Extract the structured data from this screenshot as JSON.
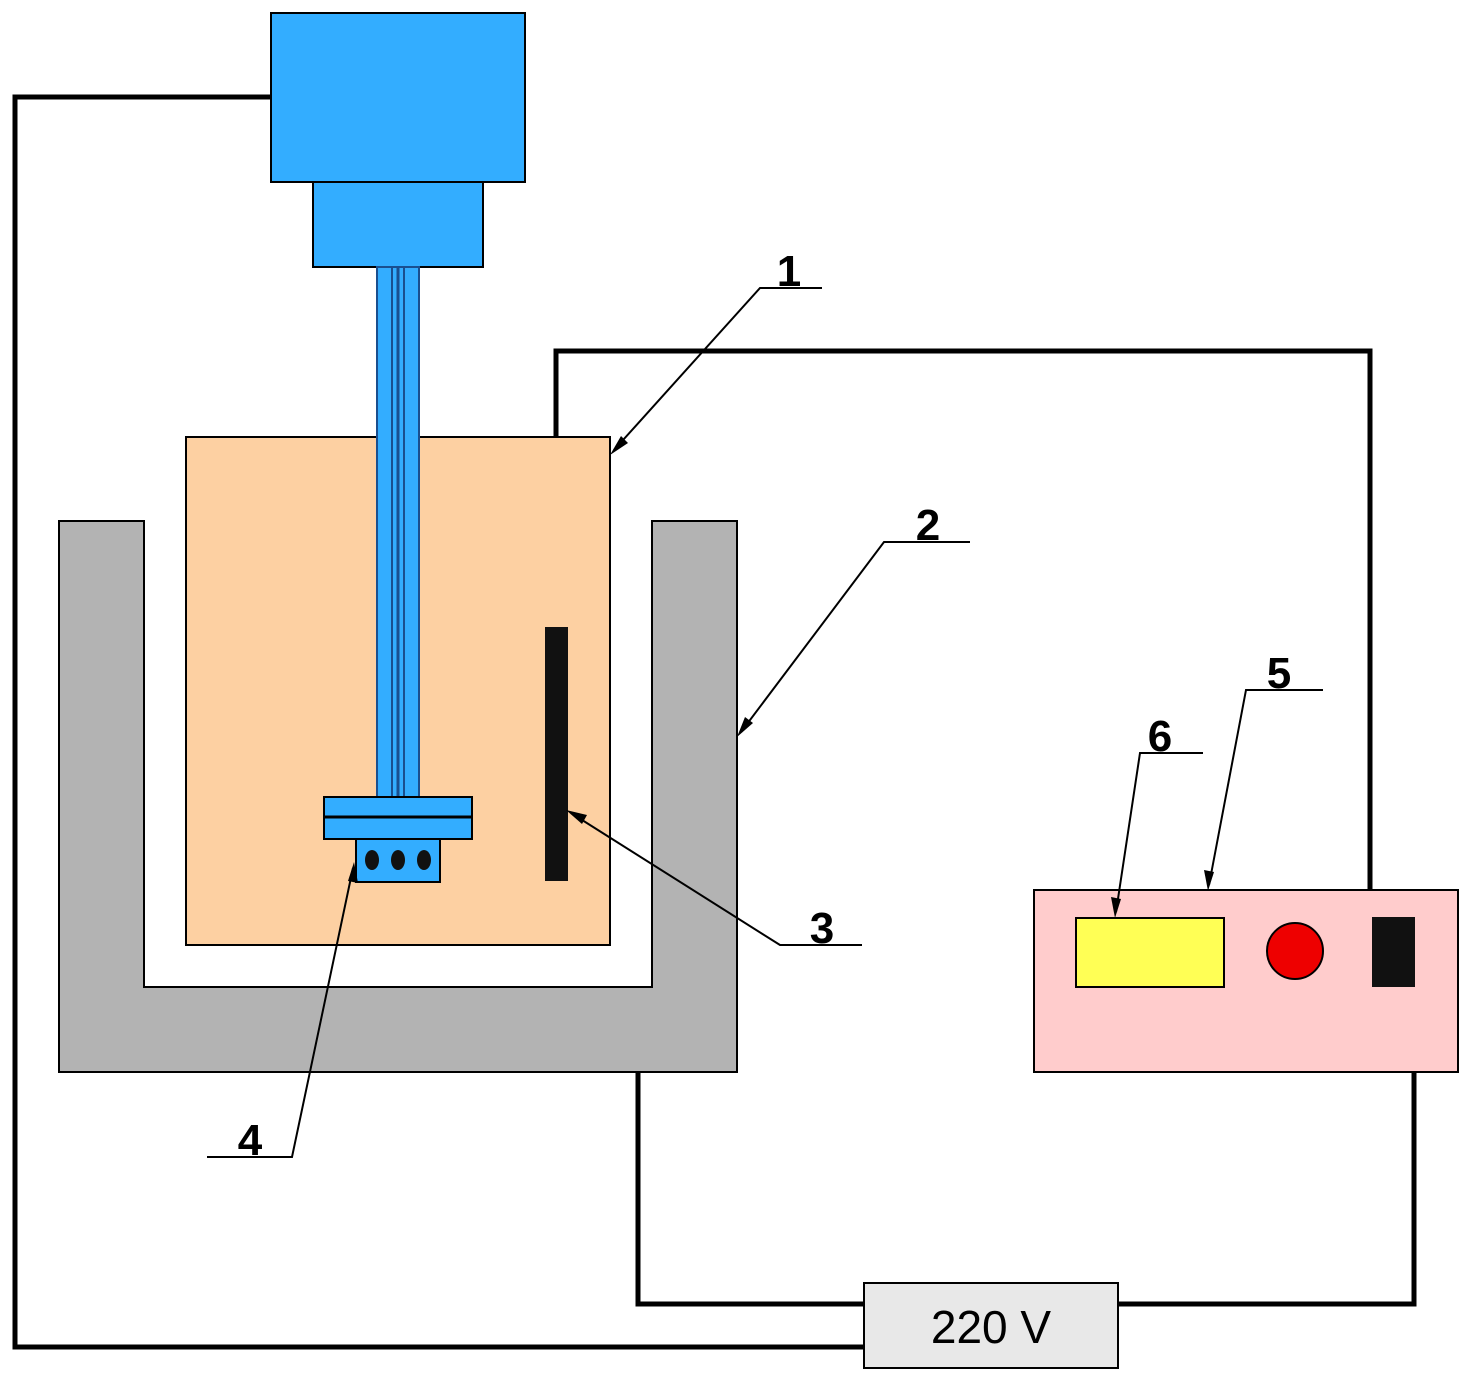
{
  "diagram": {
    "labels": {
      "l1": "1",
      "l2": "2",
      "l3": "3",
      "l4": "4",
      "l5": "5",
      "l6": "6"
    },
    "power_supply": "220 V"
  },
  "colors": {
    "motor": "#33adff",
    "motor_outline": "#1a4f8f",
    "vessel_fluid": "#fdd0a2",
    "jacket": "#b3b3b3",
    "controller_body": "#ffcccc",
    "controller_display": "#ffff55",
    "controller_button": "#ee0000",
    "controller_switch": "#111111",
    "power_box": "#e8e8e8",
    "wire": "#000000"
  }
}
